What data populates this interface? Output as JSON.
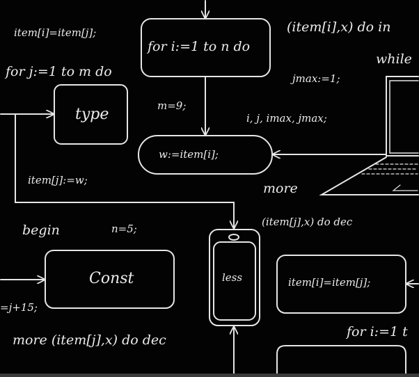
{
  "snippets": {
    "swap_top": "item[i]=item[j];",
    "for_j": "for j:=1 to m do",
    "type_box": "type",
    "item_j_w": "item[j]:=w;",
    "for_i_box": "for i:=1 to n do",
    "m_assign": "m=9;",
    "w_box": "w:=item[i];",
    "item_i_x": "(item[i],x) do in",
    "while": "while",
    "jmax": "jmax:=1;",
    "vars": "i, j, imax, jmax;",
    "more": "more",
    "item_j_x": "(item[j],x) do dec",
    "begin": "begin",
    "n_assign": "n=5;",
    "const_box": "Const",
    "less_box": "less",
    "swap_box": "item[i]=item[j];",
    "j_plus": "=j+15;",
    "more_item": "more (item[j],x) do dec",
    "for_i_bottom": "for i:=1 t"
  },
  "colors": {
    "background": "#030303",
    "chalk": "#ececec"
  }
}
